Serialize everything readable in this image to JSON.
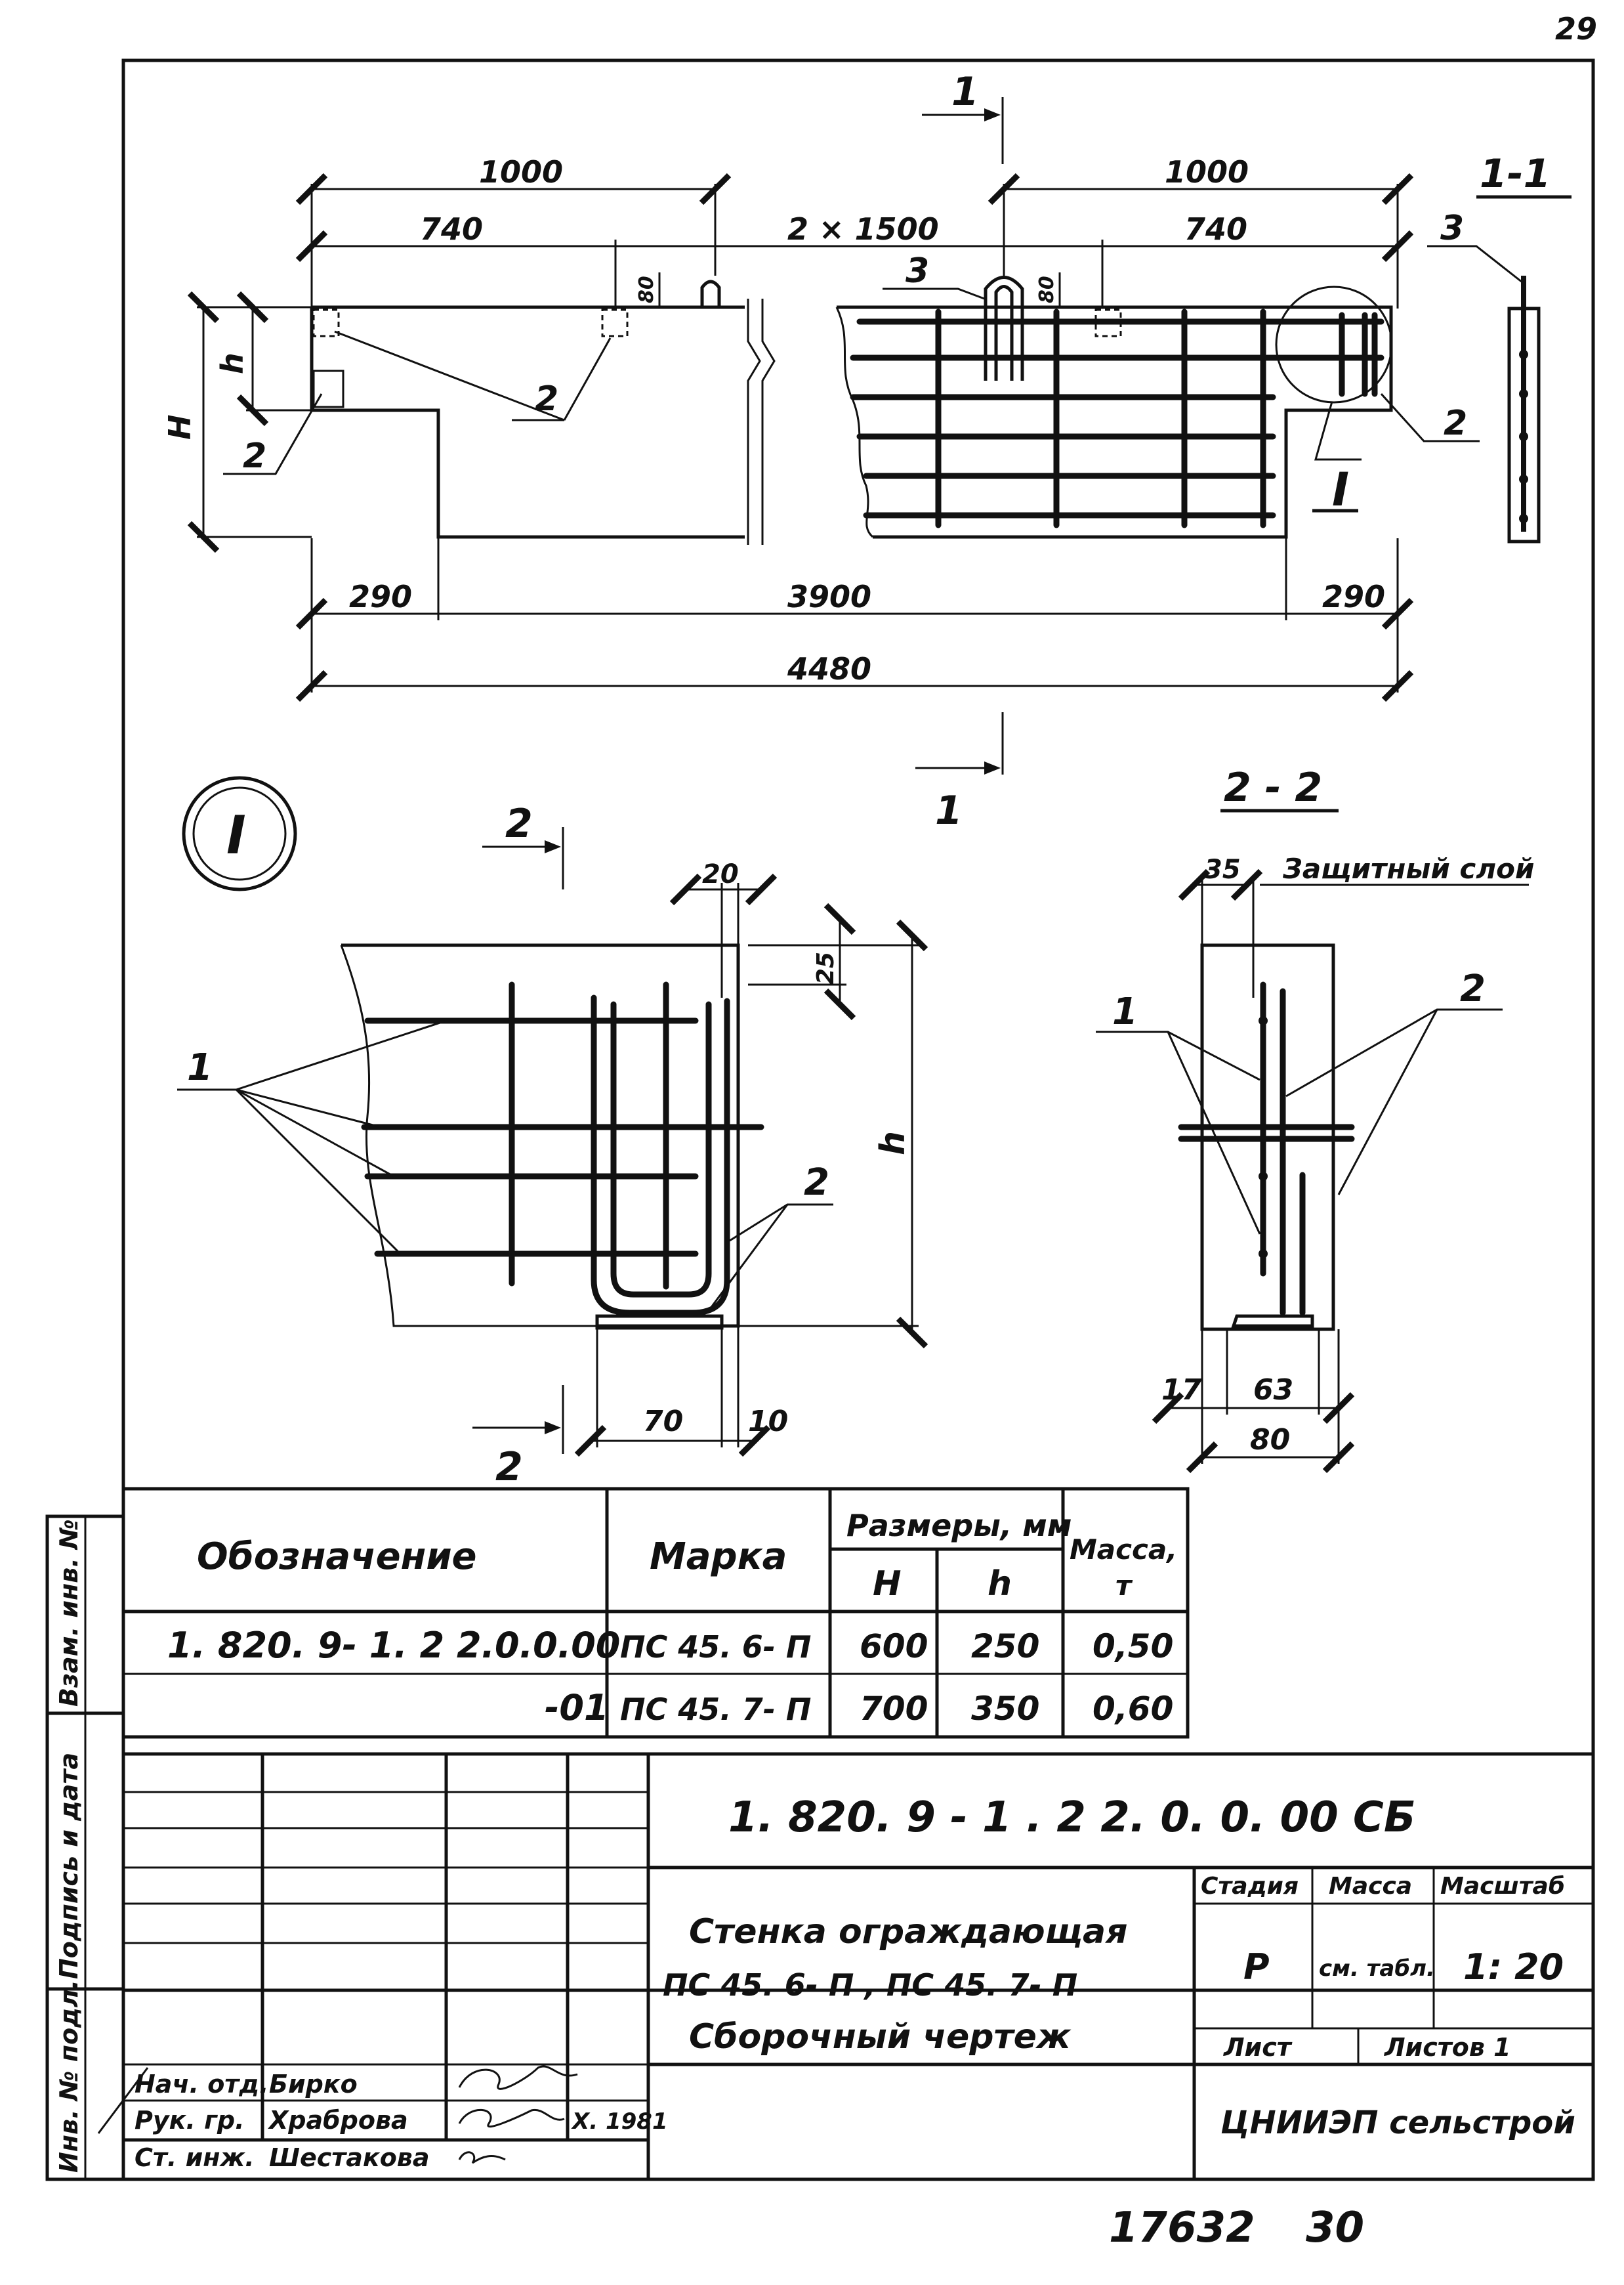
{
  "page_number": "29",
  "footer": {
    "archive_number": "17632",
    "sheet_ref": "30"
  },
  "views": {
    "elevation": {
      "cut_marker": "1",
      "dims_top": {
        "left_end": "1000",
        "right_end": "1000",
        "left_inner": "740",
        "middle": "2 × 1500",
        "right_inner": "740"
      },
      "dims_bottom": {
        "left": "290",
        "middle": "3900",
        "right": "290",
        "total": "4480"
      },
      "dims_height": {
        "H": "H",
        "h": "h"
      },
      "dim_80_a": "80",
      "dim_80_b": "80",
      "callouts": {
        "c2a": "2",
        "c2b": "2",
        "c3": "3",
        "c2c": "2"
      },
      "detail_ref": "I"
    },
    "section_1_1": {
      "title": "1-1",
      "callout_3": "3"
    },
    "detail_I": {
      "label": "I",
      "cut_marker": "2",
      "dim_20": "20",
      "dim_25": "25",
      "dim_h": "h",
      "dim_70": "70",
      "dim_10": "10",
      "callout_1": "1",
      "callout_2": "2"
    },
    "section_2_2": {
      "title": "2 - 2",
      "cover_dim": "35",
      "cover_label": "Защитный слой",
      "callout_1": "1",
      "callout_2": "2",
      "dim_17": "17",
      "dim_63": "63",
      "dim_80": "80"
    }
  },
  "spec_table": {
    "headers": {
      "designation": "Обозначение",
      "mark": "Марка",
      "sizes": "Размеры, мм",
      "H": "H",
      "h": "h",
      "mass": "Масса,",
      "mass_unit": "т"
    },
    "rows": [
      {
        "designation": "1. 820. 9- 1. 2 2.0.0.00",
        "mark": "ПС 45. 6- П",
        "H": "600",
        "h": "250",
        "mass": "0,50"
      },
      {
        "designation": "-01",
        "mark": "ПС 45. 7- П",
        "H": "700",
        "h": "350",
        "mass": "0,60"
      }
    ]
  },
  "side_stamp": {
    "inv_vzam": "Взам. инв. №",
    "sign_date": "Подпись и дата",
    "inv_podl": "Инв. № подл."
  },
  "title_block": {
    "doc_code": "1. 820. 9 - 1 . 2 2. 0. 0. 00 СБ",
    "title_line1": "Стенка ограждающая",
    "title_line2": "ПС 45. 6- П , ПС 45. 7- П",
    "title_line3": "Сборочный чертеж",
    "stage_header": "Стадия",
    "mass_header": "Масса",
    "scale_header": "Масштаб",
    "stage": "Р",
    "mass": "см. табл.",
    "scale": "1: 20",
    "sheet_label": "Лист",
    "sheets_label": "Листов 1",
    "organization": "ЦНИИЭП сельстрой",
    "staff": [
      {
        "role": "Нач. отд.",
        "name": "Бирко",
        "date": ""
      },
      {
        "role": "Рук. гр.",
        "name": "Храброва",
        "date": "X. 1981"
      },
      {
        "role": "Ст. инж.",
        "name": "Шестакова",
        "date": ""
      }
    ]
  }
}
